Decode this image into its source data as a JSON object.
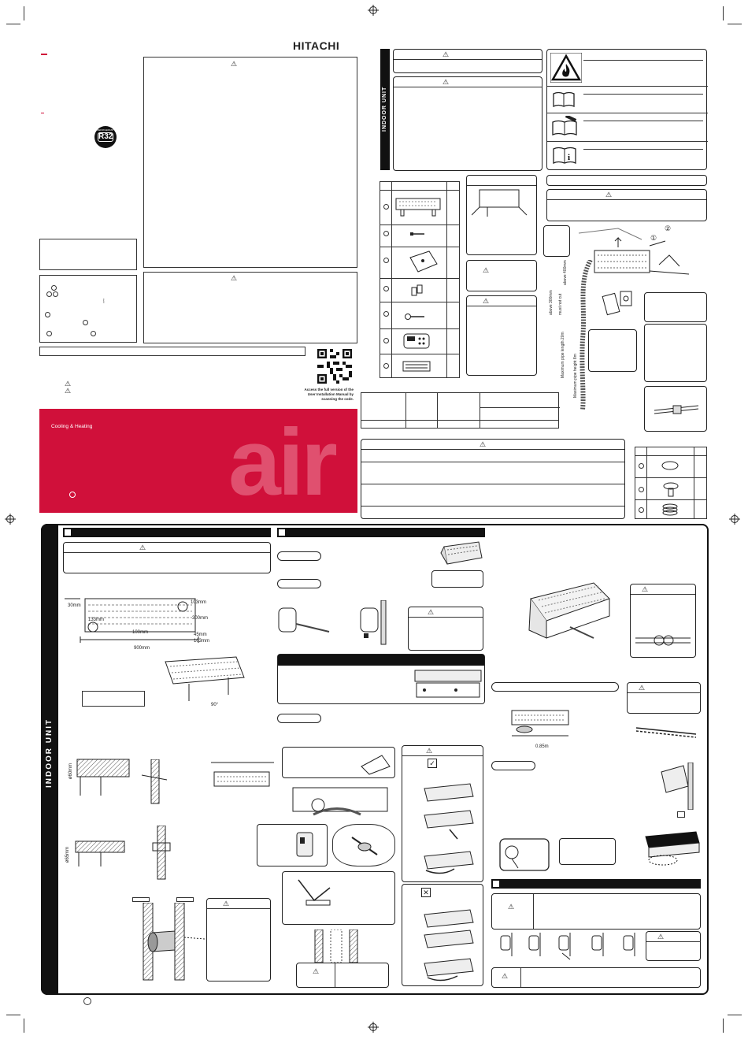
{
  "brand": {
    "name": "HITACHI",
    "red": "#d0103a"
  },
  "badge": {
    "top": "REFRIGERANT",
    "main": "R32"
  },
  "indoor_unit_label": "INDOOR UNIT",
  "warning_symbol": "⚠",
  "qr": {
    "caption_line1": "Access the full version of the",
    "caption_line2": "User Installation Manual by",
    "caption_line3": "scanning the code."
  },
  "cover": {
    "subtitle": "Cooling & Heating",
    "watermark": "air"
  },
  "dims": {
    "top_gap": "30mm",
    "side_left": "133mm",
    "bottom_mid": "100mm",
    "right_top": "103mm",
    "right_mid": "300mm",
    "right_low": "45mm",
    "right_bottom": "103mm",
    "width": "900mm",
    "angle": "90°",
    "hole_a": "ø60mm",
    "hole_b": "ø65mm",
    "pipe_span": "0.85m"
  },
  "piping": {
    "above": "above 300mm",
    "above2": "above 400mm",
    "max_height": "Maximum pipe height 8m",
    "max_length": "Maximum pipe length 20m",
    "must_not": "must not cut"
  },
  "callouts": {
    "one": "①",
    "two": "②"
  },
  "check_mark": "✓",
  "cross_mark": "✕"
}
